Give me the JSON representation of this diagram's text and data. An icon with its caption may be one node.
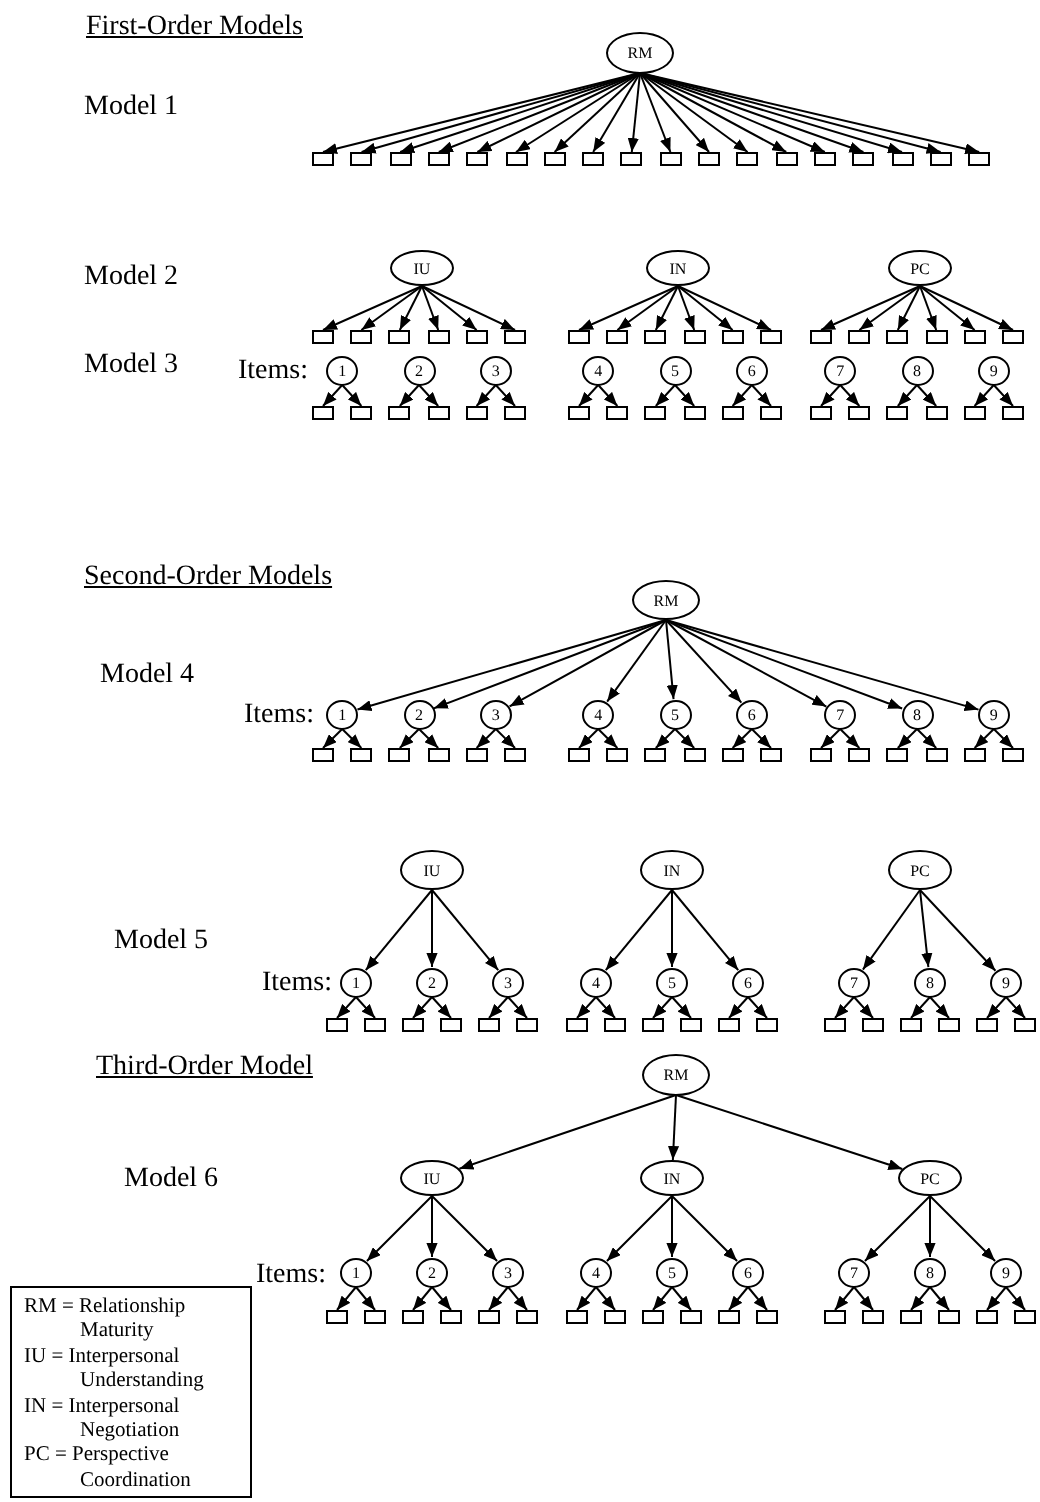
{
  "diagram": {
    "nodes": [
      {
        "text": [
          "RM"
        ]
      },
      {
        "text": [],
        "shape": "box"
      },
      {
        "text": [],
        "shape": "box"
      },
      {
        "text": [],
        "shape": "box"
      },
      {
        "text": [],
        "shape": "box"
      },
      {
        "text": [],
        "shape": "box"
      },
      {
        "text": [],
        "shape": "box"
      },
      {
        "text": [],
        "shape": "box"
      },
      {
        "text": [],
        "shape": "box"
      },
      {
        "text": [],
        "shape": "box"
      },
      {
        "text": [],
        "shape": "box"
      },
      {
        "text": [],
        "shape": "box"
      },
      {
        "text": [],
        "shape": "box"
      },
      {
        "text": [],
        "shape": "box"
      },
      {
        "text": [],
        "shape": "box"
      },
      {
        "text": [],
        "shape": "box"
      },
      {
        "text": [],
        "shape": "box"
      },
      {
        "text": [],
        "shape": "box"
      },
      {
        "text": [],
        "shape": "box"
      },
      {
        "text": [
          "IU"
        ]
      },
      {
        "text": [
          "IN"
        ]
      },
      {
        "text": [
          "PC"
        ]
      },
      {
        "text": [],
        "shape": "box"
      },
      {
        "text": [],
        "shape": "box"
      },
      {
        "text": [],
        "shape": "box"
      },
      {
        "text": [],
        "shape": "box"
      },
      {
        "text": [],
        "shape": "box"
      },
      {
        "text": [],
        "shape": "box"
      },
      {
        "text": [],
        "shape": "box"
      },
      {
        "text": [],
        "shape": "box"
      },
      {
        "text": [],
        "shape": "box"
      },
      {
        "text": [],
        "shape": "box"
      },
      {
        "text": [],
        "shape": "box"
      },
      {
        "text": [],
        "shape": "box"
      },
      {
        "text": [],
        "shape": "box"
      },
      {
        "text": [],
        "shape": "box"
      },
      {
        "text": [],
        "shape": "box"
      },
      {
        "text": [],
        "shape": "box"
      },
      {
        "text": [],
        "shape": "box"
      },
      {
        "text": [],
        "shape": "box"
      },
      {
        "text": [
          "1"
        ]
      },
      {
        "text": [
          "2"
        ]
      },
      {
        "text": [
          "3"
        ]
      },
      {
        "text": [
          "4"
        ]
      },
      {
        "text": [
          "5"
        ]
      },
      {
        "text": [
          "6"
        ]
      },
      {
        "text": [
          "7"
        ]
      },
      {
        "text": [
          "8"
        ]
      },
      {
        "text": [
          "9"
        ]
      },
      {
        "text": [],
        "shape": "box"
      },
      {
        "text": [],
        "shape": "box"
      },
      {
        "text": [],
        "shape": "box"
      },
      {
        "text": [],
        "shape": "box"
      },
      {
        "text": [],
        "shape": "box"
      },
      {
        "text": [],
        "shape": "box"
      },
      {
        "text": [],
        "shape": "box"
      },
      {
        "text": [],
        "shape": "box"
      },
      {
        "text": [],
        "shape": "box"
      },
      {
        "text": [],
        "shape": "box"
      },
      {
        "text": [],
        "shape": "box"
      },
      {
        "text": [],
        "shape": "box"
      },
      {
        "text": [],
        "shape": "box"
      },
      {
        "text": [],
        "shape": "box"
      },
      {
        "text": [],
        "shape": "box"
      },
      {
        "text": [],
        "shape": "box"
      },
      {
        "text": [],
        "shape": "box"
      },
      {
        "text": [],
        "shape": "box"
      },
      {
        "text": [
          "RM"
        ]
      },
      {
        "text": [
          "1"
        ]
      },
      {
        "text": [
          "2"
        ]
      },
      {
        "text": [
          "3"
        ]
      },
      {
        "text": [
          "4"
        ]
      },
      {
        "text": [
          "5"
        ]
      },
      {
        "text": [
          "6"
        ]
      },
      {
        "text": [
          "7"
        ]
      },
      {
        "text": [
          "8"
        ]
      },
      {
        "text": [
          "9"
        ]
      },
      {
        "text": [],
        "shape": "box"
      },
      {
        "text": [],
        "shape": "box"
      },
      {
        "text": [],
        "shape": "box"
      },
      {
        "text": [],
        "shape": "box"
      },
      {
        "text": [],
        "shape": "box"
      },
      {
        "text": [],
        "shape": "box"
      },
      {
        "text": [],
        "shape": "box"
      },
      {
        "text": [],
        "shape": "box"
      },
      {
        "text": [],
        "shape": "box"
      },
      {
        "text": [],
        "shape": "box"
      },
      {
        "text": [],
        "shape": "box"
      },
      {
        "text": [],
        "shape": "box"
      },
      {
        "text": [],
        "shape": "box"
      },
      {
        "text": [],
        "shape": "box"
      },
      {
        "text": [],
        "shape": "box"
      },
      {
        "text": [],
        "shape": "box"
      },
      {
        "text": [],
        "shape": "box"
      },
      {
        "text": [],
        "shape": "box"
      },
      {
        "text": [
          "IU"
        ]
      },
      {
        "text": [
          "IN"
        ]
      },
      {
        "text": [
          "PC"
        ]
      },
      {
        "text": [
          "1"
        ]
      },
      {
        "text": [
          "2"
        ]
      },
      {
        "text": [
          "3"
        ]
      },
      {
        "text": [
          "4"
        ]
      },
      {
        "text": [
          "5"
        ]
      },
      {
        "text": [
          "6"
        ]
      },
      {
        "text": [
          "7"
        ]
      },
      {
        "text": [
          "8"
        ]
      },
      {
        "text": [
          "9"
        ]
      },
      {
        "text": [],
        "shape": "box"
      },
      {
        "text": [],
        "shape": "box"
      },
      {
        "text": [],
        "shape": "box"
      },
      {
        "text": [],
        "shape": "box"
      },
      {
        "text": [],
        "shape": "box"
      },
      {
        "text": [],
        "shape": "box"
      },
      {
        "text": [],
        "shape": "box"
      },
      {
        "text": [],
        "shape": "box"
      },
      {
        "text": [],
        "shape": "box"
      },
      {
        "text": [],
        "shape": "box"
      },
      {
        "text": [],
        "shape": "box"
      },
      {
        "text": [],
        "shape": "box"
      },
      {
        "text": [],
        "shape": "box"
      },
      {
        "text": [],
        "shape": "box"
      },
      {
        "text": [],
        "shape": "box"
      },
      {
        "text": [],
        "shape": "box"
      },
      {
        "text": [],
        "shape": "box"
      },
      {
        "text": [],
        "shape": "box"
      },
      {
        "text": [
          "RM"
        ]
      },
      {
        "text": [
          "IU"
        ]
      },
      {
        "text": [
          "IN"
        ]
      },
      {
        "text": [
          "PC"
        ]
      },
      {
        "text": [
          "1"
        ]
      },
      {
        "text": [
          "2"
        ]
      },
      {
        "text": [
          "3"
        ]
      },
      {
        "text": [
          "4"
        ]
      },
      {
        "text": [
          "5"
        ]
      },
      {
        "text": [
          "6"
        ]
      },
      {
        "text": [
          "7"
        ]
      },
      {
        "text": [
          "8"
        ]
      },
      {
        "text": [
          "9"
        ]
      },
      {
        "text": [],
        "shape": "box"
      },
      {
        "text": [],
        "shape": "box"
      },
      {
        "text": [],
        "shape": "box"
      },
      {
        "text": [],
        "shape": "box"
      },
      {
        "text": [],
        "shape": "box"
      },
      {
        "text": [],
        "shape": "box"
      },
      {
        "text": [],
        "shape": "box"
      },
      {
        "text": [],
        "shape": "box"
      },
      {
        "text": [],
        "shape": "box"
      },
      {
        "text": [],
        "shape": "box"
      },
      {
        "text": [],
        "shape": "box"
      },
      {
        "text": [],
        "shape": "box"
      },
      {
        "text": [],
        "shape": "box"
      },
      {
        "text": [],
        "shape": "box"
      },
      {
        "text": [],
        "shape": "box"
      },
      {
        "text": [],
        "shape": "box"
      },
      {
        "text": [],
        "shape": "box"
      },
      {
        "text": [],
        "shape": "box"
      },
      {
        "text": [
          "RM = Relationship Maturity",
          "IU = Interpersonal Understanding",
          "IN = Interpersonal Negotiation",
          "PC = Perspective Coordination"
        ]
      }
    ],
    "edges": [
      {
        "from": 0,
        "to": 1,
        "arrow": "to"
      },
      {
        "from": 0,
        "to": 2,
        "arrow": "to"
      },
      {
        "from": 0,
        "to": 3,
        "arrow": "to"
      },
      {
        "from": 0,
        "to": 4,
        "arrow": "to"
      },
      {
        "from": 0,
        "to": 5,
        "arrow": "to"
      },
      {
        "from": 0,
        "to": 6,
        "arrow": "to"
      },
      {
        "from": 0,
        "to": 7,
        "arrow": "to"
      },
      {
        "from": 0,
        "to": 8,
        "arrow": "to"
      },
      {
        "from": 0,
        "to": 9,
        "arrow": "to"
      },
      {
        "from": 0,
        "to": 10,
        "arrow": "to"
      },
      {
        "from": 0,
        "to": 11,
        "arrow": "to"
      },
      {
        "from": 0,
        "to": 12,
        "arrow": "to"
      },
      {
        "from": 0,
        "to": 13,
        "arrow": "to"
      },
      {
        "from": 0,
        "to": 14,
        "arrow": "to"
      },
      {
        "from": 0,
        "to": 15,
        "arrow": "to"
      },
      {
        "from": 0,
        "to": 16,
        "arrow": "to"
      },
      {
        "from": 0,
        "to": 17,
        "arrow": "to"
      },
      {
        "from": 0,
        "to": 18,
        "arrow": "to"
      },
      {
        "from": 19,
        "to": 22,
        "arrow": "to"
      },
      {
        "from": 19,
        "to": 23,
        "arrow": "to"
      },
      {
        "from": 19,
        "to": 24,
        "arrow": "to"
      },
      {
        "from": 19,
        "to": 25,
        "arrow": "to"
      },
      {
        "from": 19,
        "to": 26,
        "arrow": "to"
      },
      {
        "from": 19,
        "to": 27,
        "arrow": "to"
      },
      {
        "from": 20,
        "to": 28,
        "arrow": "to"
      },
      {
        "from": 20,
        "to": 29,
        "arrow": "to"
      },
      {
        "from": 20,
        "to": 30,
        "arrow": "to"
      },
      {
        "from": 20,
        "to": 31,
        "arrow": "to"
      },
      {
        "from": 20,
        "to": 32,
        "arrow": "to"
      },
      {
        "from": 20,
        "to": 33,
        "arrow": "to"
      },
      {
        "from": 21,
        "to": 34,
        "arrow": "to"
      },
      {
        "from": 21,
        "to": 35,
        "arrow": "to"
      },
      {
        "from": 21,
        "to": 36,
        "arrow": "to"
      },
      {
        "from": 21,
        "to": 37,
        "arrow": "to"
      },
      {
        "from": 21,
        "to": 38,
        "arrow": "to"
      },
      {
        "from": 21,
        "to": 39,
        "arrow": "to"
      },
      {
        "from": 40,
        "to": 49,
        "arrow": "to"
      },
      {
        "from": 40,
        "to": 50,
        "arrow": "to"
      },
      {
        "from": 41,
        "to": 51,
        "arrow": "to"
      },
      {
        "from": 41,
        "to": 52,
        "arrow": "to"
      },
      {
        "from": 42,
        "to": 53,
        "arrow": "to"
      },
      {
        "from": 42,
        "to": 54,
        "arrow": "to"
      },
      {
        "from": 43,
        "to": 55,
        "arrow": "to"
      },
      {
        "from": 43,
        "to": 56,
        "arrow": "to"
      },
      {
        "from": 44,
        "to": 57,
        "arrow": "to"
      },
      {
        "from": 44,
        "to": 58,
        "arrow": "to"
      },
      {
        "from": 45,
        "to": 59,
        "arrow": "to"
      },
      {
        "from": 45,
        "to": 60,
        "arrow": "to"
      },
      {
        "from": 46,
        "to": 61,
        "arrow": "to"
      },
      {
        "from": 46,
        "to": 62,
        "arrow": "to"
      },
      {
        "from": 47,
        "to": 63,
        "arrow": "to"
      },
      {
        "from": 47,
        "to": 64,
        "arrow": "to"
      },
      {
        "from": 48,
        "to": 65,
        "arrow": "to"
      },
      {
        "from": 48,
        "to": 66,
        "arrow": "to"
      },
      {
        "from": 67,
        "to": 68,
        "arrow": "to"
      },
      {
        "from": 67,
        "to": 69,
        "arrow": "to"
      },
      {
        "from": 67,
        "to": 70,
        "arrow": "to"
      },
      {
        "from": 67,
        "to": 71,
        "arrow": "to"
      },
      {
        "from": 67,
        "to": 72,
        "arrow": "to"
      },
      {
        "from": 67,
        "to": 73,
        "arrow": "to"
      },
      {
        "from": 67,
        "to": 74,
        "arrow": "to"
      },
      {
        "from": 67,
        "to": 75,
        "arrow": "to"
      },
      {
        "from": 67,
        "to": 76,
        "arrow": "to"
      },
      {
        "from": 68,
        "to": 77,
        "arrow": "to"
      },
      {
        "from": 68,
        "to": 78,
        "arrow": "to"
      },
      {
        "from": 69,
        "to": 79,
        "arrow": "to"
      },
      {
        "from": 69,
        "to": 80,
        "arrow": "to"
      },
      {
        "from": 70,
        "to": 81,
        "arrow": "to"
      },
      {
        "from": 70,
        "to": 82,
        "arrow": "to"
      },
      {
        "from": 71,
        "to": 83,
        "arrow": "to"
      },
      {
        "from": 71,
        "to": 84,
        "arrow": "to"
      },
      {
        "from": 72,
        "to": 85,
        "arrow": "to"
      },
      {
        "from": 72,
        "to": 86,
        "arrow": "to"
      },
      {
        "from": 73,
        "to": 87,
        "arrow": "to"
      },
      {
        "from": 73,
        "to": 88,
        "arrow": "to"
      },
      {
        "from": 74,
        "to": 89,
        "arrow": "to"
      },
      {
        "from": 74,
        "to": 90,
        "arrow": "to"
      },
      {
        "from": 75,
        "to": 91,
        "arrow": "to"
      },
      {
        "from": 75,
        "to": 92,
        "arrow": "to"
      },
      {
        "from": 76,
        "to": 93,
        "arrow": "to"
      },
      {
        "from": 76,
        "to": 94,
        "arrow": "to"
      },
      {
        "from": 95,
        "to": 98,
        "arrow": "to"
      },
      {
        "from": 95,
        "to": 99,
        "arrow": "to"
      },
      {
        "from": 95,
        "to": 100,
        "arrow": "to"
      },
      {
        "from": 96,
        "to": 101,
        "arrow": "to"
      },
      {
        "from": 96,
        "to": 102,
        "arrow": "to"
      },
      {
        "from": 96,
        "to": 103,
        "arrow": "to"
      },
      {
        "from": 97,
        "to": 104,
        "arrow": "to"
      },
      {
        "from": 97,
        "to": 105,
        "arrow": "to"
      },
      {
        "from": 97,
        "to": 106,
        "arrow": "to"
      },
      {
        "from": 98,
        "to": 107,
        "arrow": "to"
      },
      {
        "from": 98,
        "to": 108,
        "arrow": "to"
      },
      {
        "from": 99,
        "to": 109,
        "arrow": "to"
      },
      {
        "from": 99,
        "to": 110,
        "arrow": "to"
      },
      {
        "from": 100,
        "to": 111,
        "arrow": "to"
      },
      {
        "from": 100,
        "to": 112,
        "arrow": "to"
      },
      {
        "from": 101,
        "to": 113,
        "arrow": "to"
      },
      {
        "from": 101,
        "to": 114,
        "arrow": "to"
      },
      {
        "from": 102,
        "to": 115,
        "arrow": "to"
      },
      {
        "from": 102,
        "to": 116,
        "arrow": "to"
      },
      {
        "from": 103,
        "to": 117,
        "arrow": "to"
      },
      {
        "from": 103,
        "to": 118,
        "arrow": "to"
      },
      {
        "from": 104,
        "to": 119,
        "arrow": "to"
      },
      {
        "from": 104,
        "to": 120,
        "arrow": "to"
      },
      {
        "from": 105,
        "to": 121,
        "arrow": "to"
      },
      {
        "from": 105,
        "to": 122,
        "arrow": "to"
      },
      {
        "from": 106,
        "to": 123,
        "arrow": "to"
      },
      {
        "from": 106,
        "to": 124,
        "arrow": "to"
      },
      {
        "from": 125,
        "to": 126,
        "arrow": "to"
      },
      {
        "from": 125,
        "to": 127,
        "arrow": "to"
      },
      {
        "from": 125,
        "to": 128,
        "arrow": "to"
      },
      {
        "from": 126,
        "to": 129,
        "arrow": "to"
      },
      {
        "from": 126,
        "to": 130,
        "arrow": "to"
      },
      {
        "from": 126,
        "to": 131,
        "arrow": "to"
      },
      {
        "from": 127,
        "to": 132,
        "arrow": "to"
      },
      {
        "from": 127,
        "to": 133,
        "arrow": "to"
      },
      {
        "from": 127,
        "to": 134,
        "arrow": "to"
      },
      {
        "from": 128,
        "to": 135,
        "arrow": "to"
      },
      {
        "from": 128,
        "to": 136,
        "arrow": "to"
      },
      {
        "from": 128,
        "to": 137,
        "arrow": "to"
      },
      {
        "from": 129,
        "to": 138,
        "arrow": "to"
      },
      {
        "from": 129,
        "to": 139,
        "arrow": "to"
      },
      {
        "from": 130,
        "to": 140,
        "arrow": "to"
      },
      {
        "from": 130,
        "to": 141,
        "arrow": "to"
      },
      {
        "from": 131,
        "to": 142,
        "arrow": "to"
      },
      {
        "from": 131,
        "to": 143,
        "arrow": "to"
      },
      {
        "from": 132,
        "to": 144,
        "arrow": "to"
      },
      {
        "from": 132,
        "to": 145,
        "arrow": "to"
      },
      {
        "from": 133,
        "to": 146,
        "arrow": "to"
      },
      {
        "from": 133,
        "to": 147,
        "arrow": "to"
      },
      {
        "from": 134,
        "to": 148,
        "arrow": "to"
      },
      {
        "from": 134,
        "to": 149,
        "arrow": "to"
      },
      {
        "from": 135,
        "to": 150,
        "arrow": "to"
      },
      {
        "from": 135,
        "to": 151,
        "arrow": "to"
      },
      {
        "from": 136,
        "to": 152,
        "arrow": "to"
      },
      {
        "from": 136,
        "to": 153,
        "arrow": "to"
      },
      {
        "from": 137,
        "to": 154,
        "arrow": "to"
      },
      {
        "from": 137,
        "to": 155,
        "arrow": "to"
      }
    ],
    "labels": [
      "First-Order Models",
      "Model 1",
      "Model 2",
      "Model 3",
      "Items:",
      "Second-Order Models",
      "Model 4",
      "Items:",
      "Model 5",
      "Items:",
      "Third-Order Model",
      "Model 6",
      "Items:"
    ]
  }
}
